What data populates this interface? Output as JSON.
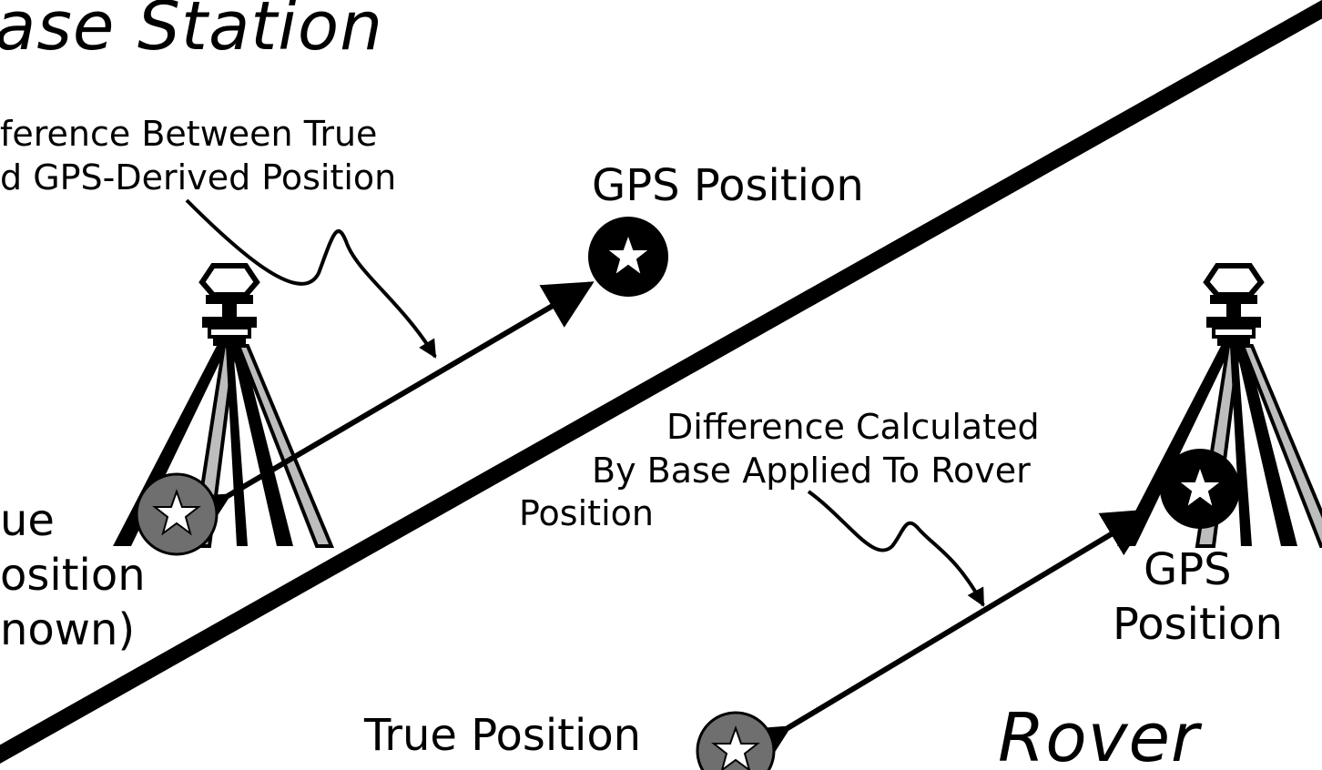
{
  "diagram": {
    "base_title": "ase Station",
    "rover_title": "Rover",
    "base_note_lines": [
      "ference Between True",
      "d GPS-Derived Position"
    ],
    "base_gps_label": "GPS Position",
    "base_true_lines": [
      "ue",
      "osition",
      "nown)"
    ],
    "rover_note_lines": [
      "Difference Calculated",
      "By Base Applied To Rover",
      "Position"
    ],
    "rover_gps_lines": [
      "GPS",
      "Position"
    ],
    "rover_true_lines": [
      "True Position"
    ]
  },
  "colors": {
    "ink": "#000000",
    "true_marker_fill": "#6f6f6f",
    "gps_marker_fill": "#000000",
    "star": "#ffffff"
  },
  "icons": [
    "gps-tripod-icon",
    "star-marker-icon"
  ]
}
